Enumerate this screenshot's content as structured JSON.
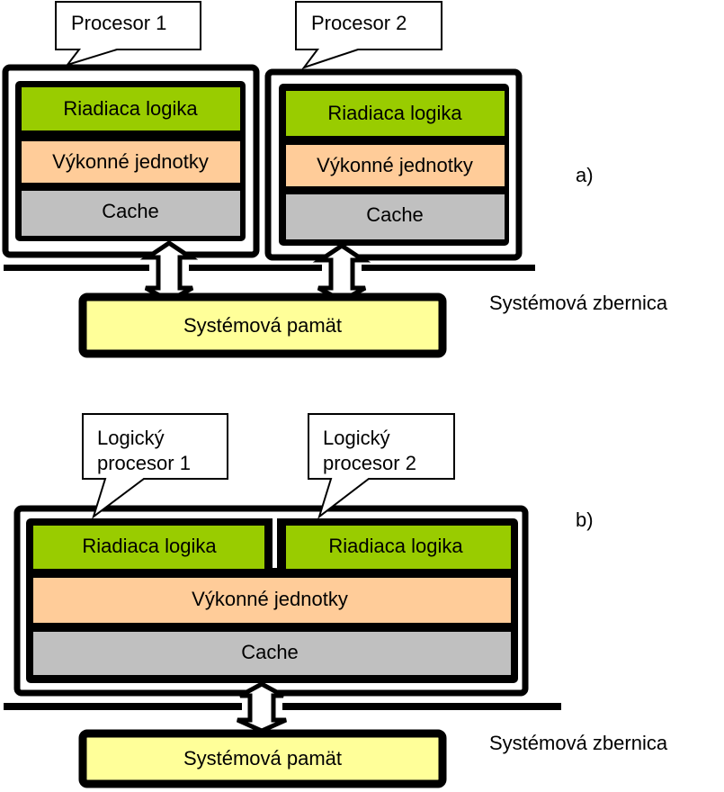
{
  "colors": {
    "control_logic": "#99cc00",
    "execution_units": "#ffcc99",
    "cache": "#c0c0c0",
    "memory": "#ffff99",
    "outline": "#000000",
    "background": "#ffffff"
  },
  "diagram_a": {
    "tag": "a)",
    "processors": [
      {
        "callout": "Procesor 1",
        "control_logic": "Riadiaca logika",
        "execution_units": "Výkonné jednotky",
        "cache": "Cache"
      },
      {
        "callout": "Procesor 2",
        "control_logic": "Riadiaca logika",
        "execution_units": "Výkonné jednotky",
        "cache": "Cache"
      }
    ],
    "memory": "Systémová pamät",
    "bus_label": "Systémová zbernica"
  },
  "diagram_b": {
    "tag": "b)",
    "logical_processors": [
      {
        "callout_line1": "Logický",
        "callout_line2": "procesor 1",
        "control_logic": "Riadiaca logika"
      },
      {
        "callout_line1": "Logický",
        "callout_line2": "procesor 2",
        "control_logic": "Riadiaca logika"
      }
    ],
    "execution_units": "Výkonné jednotky",
    "cache": "Cache",
    "memory": "Systémová pamät",
    "bus_label": "Systémová zbernica"
  }
}
